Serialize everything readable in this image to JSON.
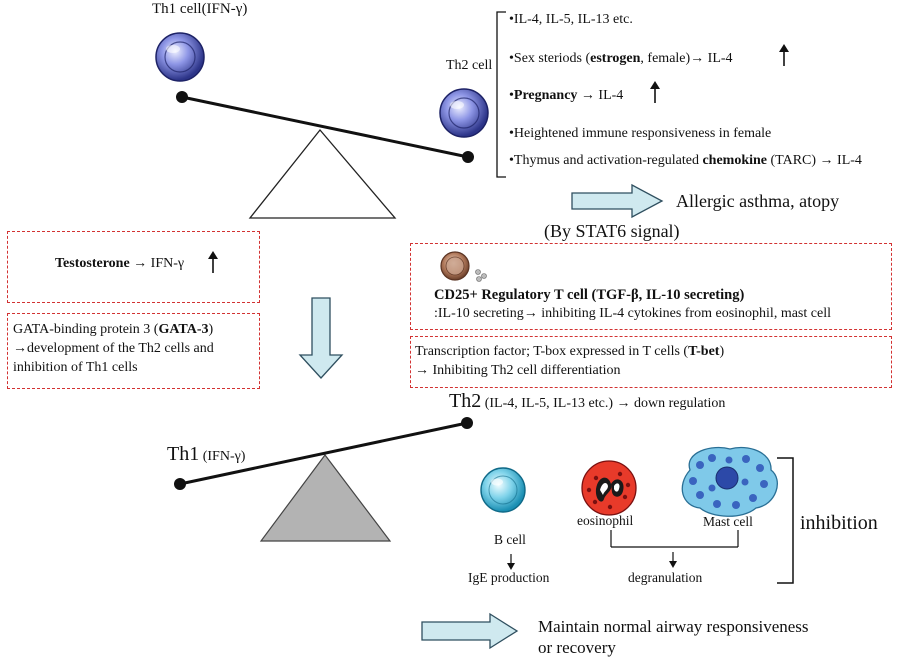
{
  "top": {
    "th1_label": "Th1 cell(IFN-γ)",
    "th2_label": "Th2 cell",
    "factors": [
      {
        "pre": "•IL-4, IL-5, IL-13 etc.",
        "bold": "",
        "post": "",
        "arrow_up": false
      },
      {
        "pre": "•Sex steriods (",
        "bold": "estrogen",
        "post": ", female)→ IL-4",
        "arrow_up": true
      },
      {
        "pre": "•",
        "bold": "Pregnancy",
        "post": " → IL-4",
        "arrow_up": true
      },
      {
        "pre": "•Heightened immune responsiveness in female",
        "bold": "",
        "post": "",
        "arrow_up": false
      },
      {
        "pre": "•Thymus and activation-regulated ",
        "bold": "chemokine",
        "post": " (TARC) → IL-4",
        "arrow_up": false
      }
    ],
    "outcome": "Allergic asthma, atopy",
    "outcome_sub": "(By STAT6 signal)"
  },
  "regulators": {
    "testosterone_bold": "Testosterone",
    "testosterone_rest": " → IFN-γ",
    "gata3_line1_pre": "GATA-binding protein 3 (",
    "gata3_line1_bold": "GATA-3",
    "gata3_line1_post": ")",
    "gata3_line2": "→development of the Th2 cells and",
    "gata3_line3": "inhibition of Th1 cells",
    "treg_title": "CD25+ Regulatory T cell (TGF-β, IL-10 secreting)",
    "treg_desc": ":IL-10 secreting→ inhibiting IL-4 cytokines from eosinophil, mast cell",
    "tbet_line1_pre": "Transcription factor; T-box expressed in T cells (",
    "tbet_line1_bold": "T-bet",
    "tbet_line1_post": ")",
    "tbet_line2": "→ Inhibiting Th2 cell differentiation"
  },
  "bottom": {
    "th2_big": "Th2",
    "th2_rest": " (IL-4, IL-5, IL-13 etc.) → down regulation",
    "th1_big": "Th1",
    "th1_rest": " (IFN-γ)",
    "b_cell": "B cell",
    "ige": "IgE production",
    "eosinophil": "eosinophil",
    "mast_cell": "Mast cell",
    "degranulation": "degranulation",
    "inhibition": "inhibition",
    "final_line1": "Maintain normal airway responsiveness",
    "final_line2": "or recovery"
  },
  "colors": {
    "dashed_border": "#d23232",
    "arrow_fill": "#cfe9ef",
    "arrow_stroke": "#2f4f5f",
    "triangle_bottom": "#b3b3b3"
  }
}
